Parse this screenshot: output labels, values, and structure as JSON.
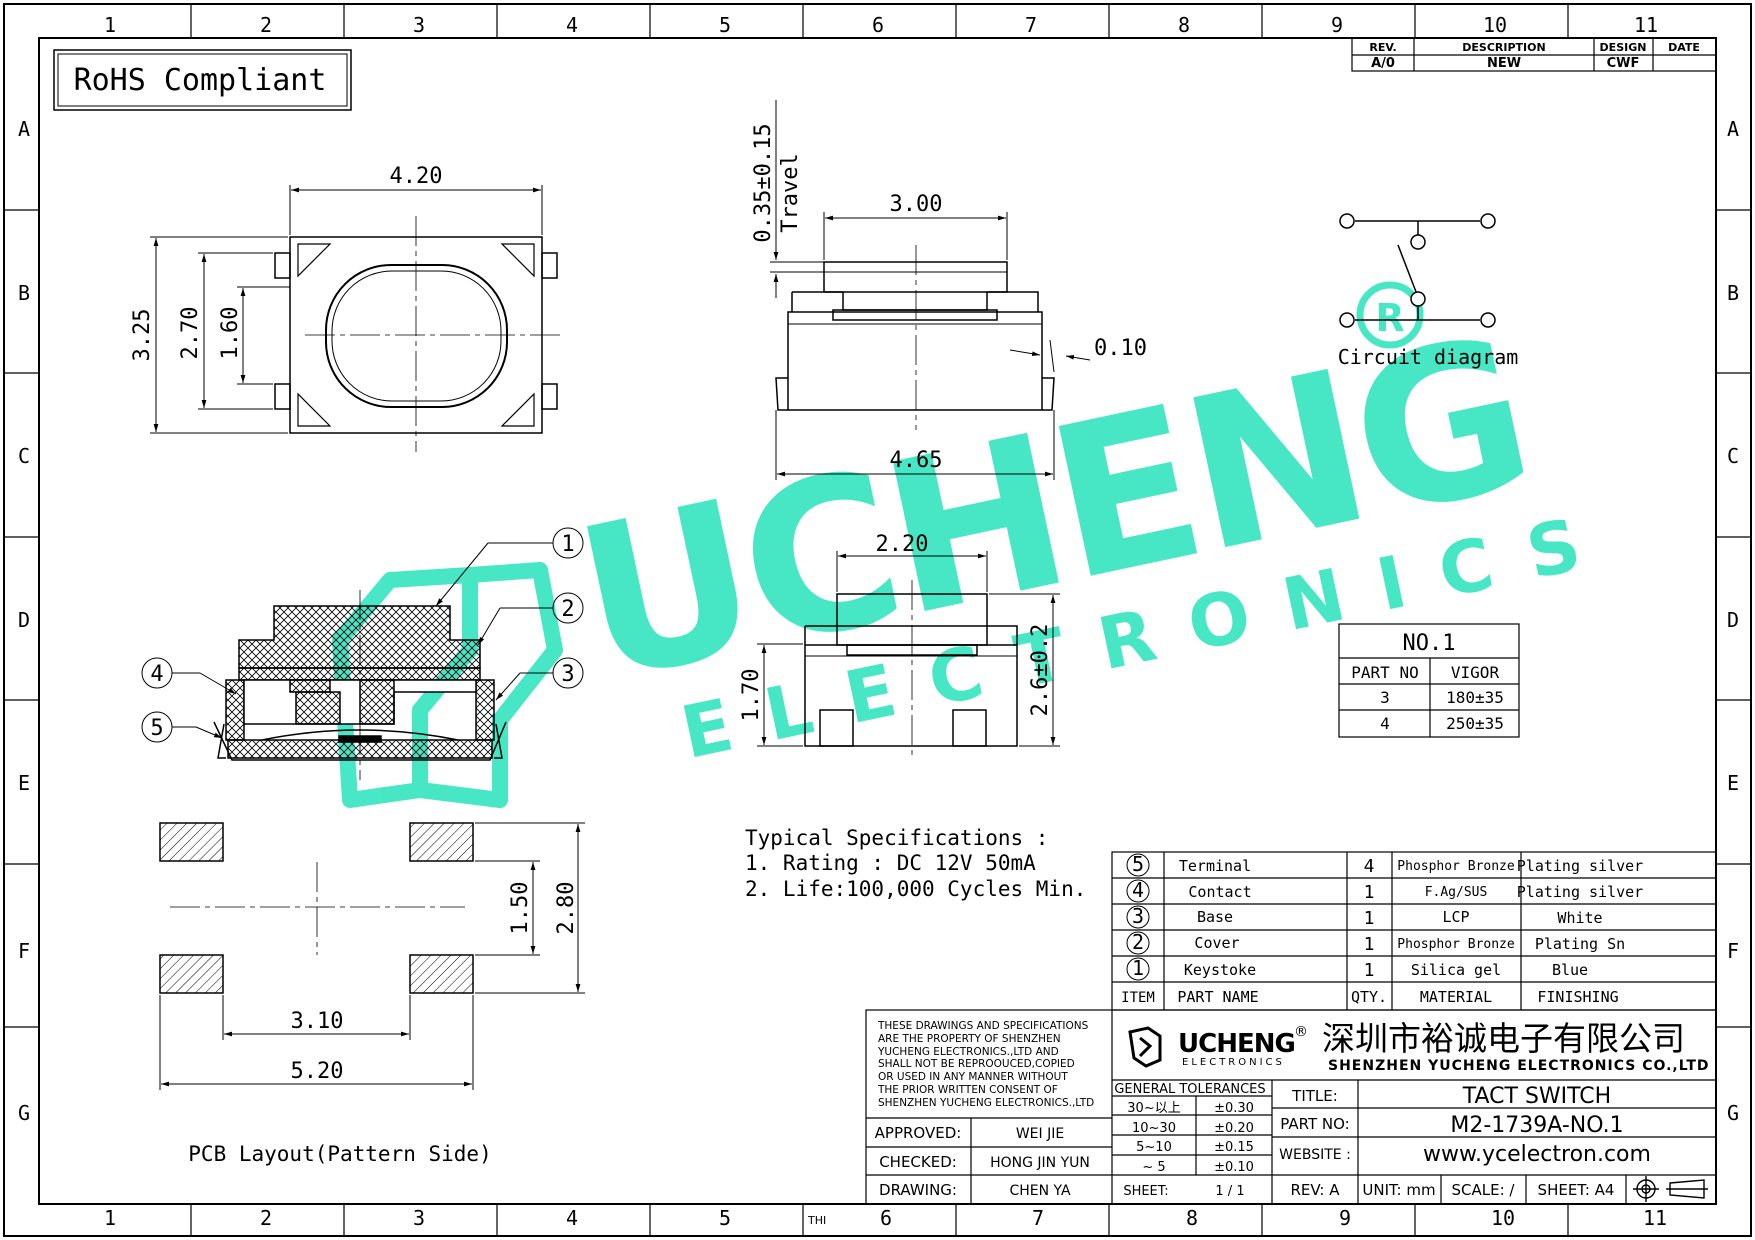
{
  "rohs": "RoHS Compliant",
  "grid": {
    "cols": [
      "1",
      "2",
      "3",
      "4",
      "5",
      "6",
      "7",
      "8",
      "9",
      "10",
      "11"
    ],
    "rows": [
      "A",
      "B",
      "C",
      "D",
      "E",
      "F",
      "G"
    ]
  },
  "revision": {
    "headers": [
      "REV.",
      "DESCRIPTION",
      "DESIGN",
      "DATE"
    ],
    "row": [
      "A/0",
      "NEW",
      "CWF",
      ""
    ]
  },
  "dims": {
    "top_width": "4.20",
    "top_h1": "3.25",
    "top_h2": "2.70",
    "top_h3": "1.60",
    "travel": "0.35±0.15",
    "travel_label": "Travel",
    "side_top": "3.00",
    "side_gap": "0.10",
    "side_width": "4.65",
    "front_top": "2.20",
    "front_h1": "1.70",
    "front_h2": "2.6±0.2",
    "pcb_h1": "1.50",
    "pcb_h2": "2.80",
    "pcb_w1": "3.10",
    "pcb_w2": "5.20"
  },
  "callouts": [
    "1",
    "2",
    "3",
    "4",
    "5"
  ],
  "circuit_label": "Circuit  diagram",
  "pcb_label": "PCB  Layout(Pattern  Side)",
  "force_table": {
    "title": "NO.1",
    "headers": [
      "PART  NO",
      "VIGOR"
    ],
    "rows": [
      [
        "3",
        "180±35"
      ],
      [
        "4",
        "250±35"
      ]
    ]
  },
  "specs": {
    "title": "Typical  Specifications :",
    "lines": [
      "1.  Rating  :  DC  12V  50mA",
      "2.  Life:100,000  Cycles  Min."
    ]
  },
  "bom": {
    "rows": [
      {
        "item": "5",
        "name": "Terminal",
        "qty": "4",
        "material": "Phosphor Bronze",
        "finishing": "Plating  silver"
      },
      {
        "item": "4",
        "name": "Contact",
        "qty": "1",
        "material": "F.Ag/SUS",
        "finishing": "Plating  silver"
      },
      {
        "item": "3",
        "name": "Base",
        "qty": "1",
        "material": "LCP",
        "finishing": "White"
      },
      {
        "item": "2",
        "name": "Cover",
        "qty": "1",
        "material": "Phosphor Bronze",
        "finishing": "Plating  Sn"
      },
      {
        "item": "1",
        "name": "Keystoke",
        "qty": "1",
        "material": "Silica  gel",
        "finishing": "Blue"
      }
    ],
    "headers": {
      "item": "ITEM",
      "name": "PART  NAME",
      "qty": "QTY.",
      "material": "MATERIAL",
      "finishing": "FINISHING"
    }
  },
  "title_block": {
    "notice": [
      "THESE DRAWINGS AND SPECIFICATIONS",
      "ARE THE PROPERTY OF SHENZHEN",
      "  YUCHENG ELECTRONICS.,LTD AND",
      "  SHALL NOT BE REPROOUCED,COPIED",
      "OR USED IN ANY MANNER WITHOUT",
      "THE PRIOR WRITTEN CONSENT OF",
      "SHENZHEN YUCHENG ELECTRONICS.,LTD"
    ],
    "logo_main": "UCHENG",
    "logo_sub": "ELECTRONICS",
    "company_cn": "深圳市裕诚电子有限公司",
    "company_en": "SHENZHEN YUCHENG ELECTRONICS CO.,LTD",
    "tol_header": "GENERAL TOLERANCES",
    "tolerances": [
      [
        "30~以上",
        "±0.30"
      ],
      [
        "10~30",
        "±0.20"
      ],
      [
        "5~10",
        "±0.15"
      ],
      [
        "~ 5",
        "±0.10"
      ]
    ],
    "sheet_label": "SHEET:",
    "sheet_value": "1 / 1",
    "approved_label": "APPROVED:",
    "approved": "WEI JIE",
    "checked_label": "CHECKED:",
    "checked": "HONG JIN YUN",
    "drawing_label": "DRAWING:",
    "drawing": "CHEN YA",
    "title_label": "TITLE:",
    "title": "TACT SWITCH",
    "partno_label": "PART NO:",
    "partno": "M2-1739A-NO.1",
    "website_label": "WEBSITE :",
    "website": "www.ycelectron.com",
    "rev": "REV: A",
    "unit": "UNIT: mm",
    "scale": "SCALE: /",
    "sheet": "SHEET: A4",
    "thi": "THI"
  },
  "watermark": {
    "main": "UCHENG",
    "sub": "ELECTRONICS",
    "color": "#3ee6c4"
  }
}
